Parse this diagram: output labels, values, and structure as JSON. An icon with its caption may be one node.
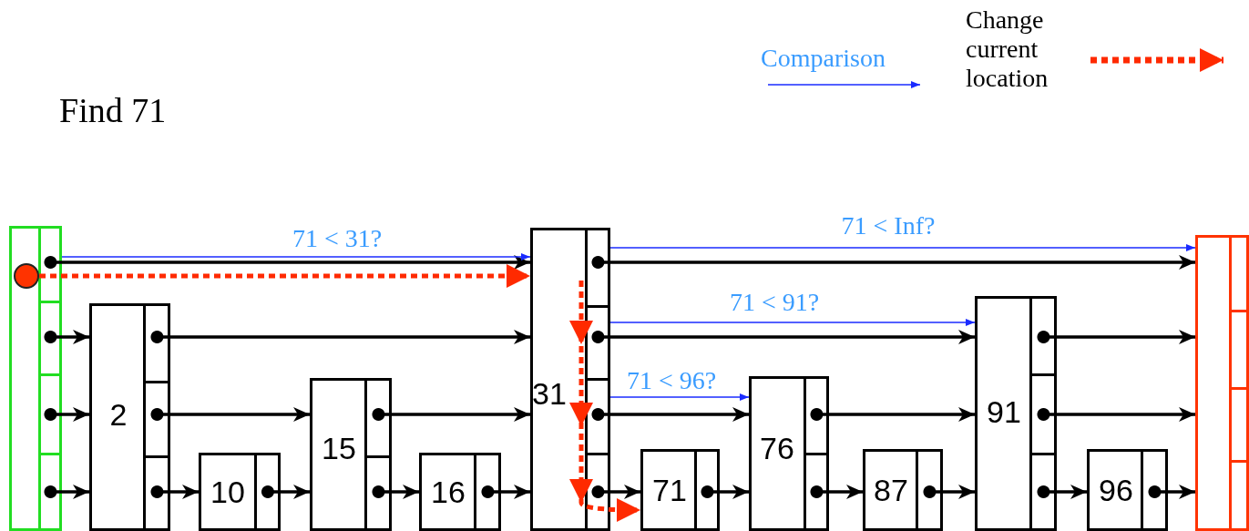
{
  "diagram": {
    "nodes": [
      {
        "text": [],
        "shape": "box"
      },
      {
        "text": [],
        "shape": "circle",
        "in": 0
      },
      {
        "text": [
          "2"
        ]
      },
      {
        "text": [
          "10"
        ]
      },
      {
        "text": [
          "15"
        ]
      },
      {
        "text": [
          "16"
        ]
      },
      {
        "text": [
          "31"
        ]
      },
      {
        "text": [
          "71"
        ]
      },
      {
        "text": [
          "76"
        ]
      },
      {
        "text": [
          "87"
        ]
      },
      {
        "text": [
          "91"
        ]
      },
      {
        "text": [
          "96"
        ]
      },
      {
        "text": [],
        "shape": "box"
      }
    ],
    "edges": [
      {
        "from": 0,
        "to": 6,
        "arrow": "to"
      },
      {
        "from": 6,
        "to": 12,
        "arrow": "to"
      },
      {
        "from": 0,
        "to": 2,
        "arrow": "to"
      },
      {
        "from": 2,
        "to": 6,
        "arrow": "to"
      },
      {
        "from": 6,
        "to": 10,
        "arrow": "to"
      },
      {
        "from": 10,
        "to": 12,
        "arrow": "to"
      },
      {
        "from": 0,
        "to": 2,
        "arrow": "to"
      },
      {
        "from": 2,
        "to": 4,
        "arrow": "to"
      },
      {
        "from": 4,
        "to": 6,
        "arrow": "to"
      },
      {
        "from": 6,
        "to": 8,
        "arrow": "to"
      },
      {
        "from": 8,
        "to": 10,
        "arrow": "to"
      },
      {
        "from": 10,
        "to": 12,
        "arrow": "to"
      },
      {
        "from": 0,
        "to": 2,
        "arrow": "to"
      },
      {
        "from": 2,
        "to": 3,
        "arrow": "to"
      },
      {
        "from": 3,
        "to": 4,
        "arrow": "to"
      },
      {
        "from": 4,
        "to": 5,
        "arrow": "to"
      },
      {
        "from": 5,
        "to": 6,
        "arrow": "to"
      },
      {
        "from": 6,
        "to": 7,
        "arrow": "to"
      },
      {
        "from": 7,
        "to": 8,
        "arrow": "to"
      },
      {
        "from": 8,
        "to": 9,
        "arrow": "to"
      },
      {
        "from": 9,
        "to": 10,
        "arrow": "to"
      },
      {
        "from": 10,
        "to": 11,
        "arrow": "to"
      },
      {
        "from": 11,
        "to": 12,
        "arrow": "to"
      },
      {
        "from": 0,
        "to": 6,
        "arrow": "to",
        "label": "71 < 31?",
        "color": "#1a2bff"
      },
      {
        "from": 6,
        "to": 12,
        "arrow": "to",
        "label": "71 < Inf?",
        "color": "#1a2bff"
      },
      {
        "from": 6,
        "to": 10,
        "arrow": "to",
        "label": "71 < 91?",
        "color": "#1a2bff"
      },
      {
        "from": 6,
        "to": 8,
        "arrow": "to",
        "label": "71 < 96?",
        "color": "#1a2bff"
      },
      {
        "from": 1,
        "to": 6,
        "arrow": "to",
        "style": "dashed",
        "color": "#ff2a00"
      },
      {
        "from": 6,
        "to": 7,
        "arrow": "to",
        "style": "dashed",
        "color": "#ff2a00"
      }
    ],
    "labels": [
      "Find 71"
    ],
    "legend": [
      {
        "text": "Comparison"
      },
      {
        "text": "Change current location"
      }
    ]
  }
}
